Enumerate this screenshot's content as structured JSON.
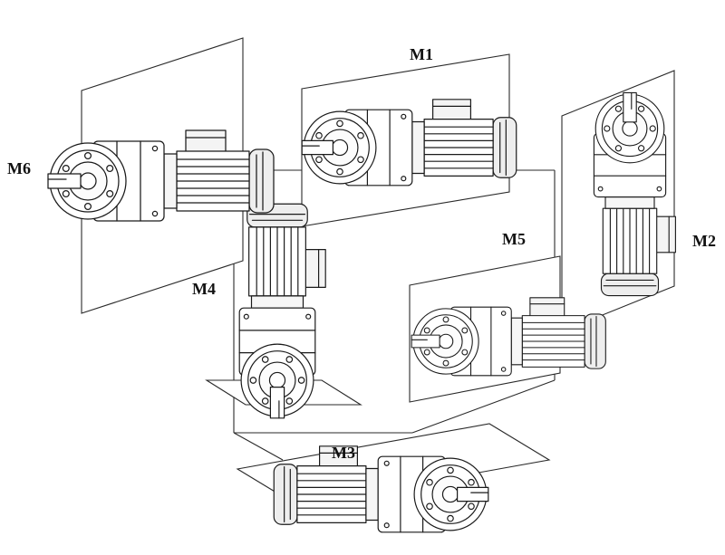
{
  "diagram": {
    "kind": "gearmotor mounting positions",
    "colors": {
      "line": "#1a1a1a",
      "background": "#ffffff",
      "shade_light": "#f2f2f2"
    },
    "labels": [
      {
        "id": "m1",
        "text": "M1"
      },
      {
        "id": "m2",
        "text": "M2"
      },
      {
        "id": "m3",
        "text": "M3"
      },
      {
        "id": "m4",
        "text": "M4"
      },
      {
        "id": "m5",
        "text": "M5"
      },
      {
        "id": "m6",
        "text": "M6"
      }
    ]
  }
}
